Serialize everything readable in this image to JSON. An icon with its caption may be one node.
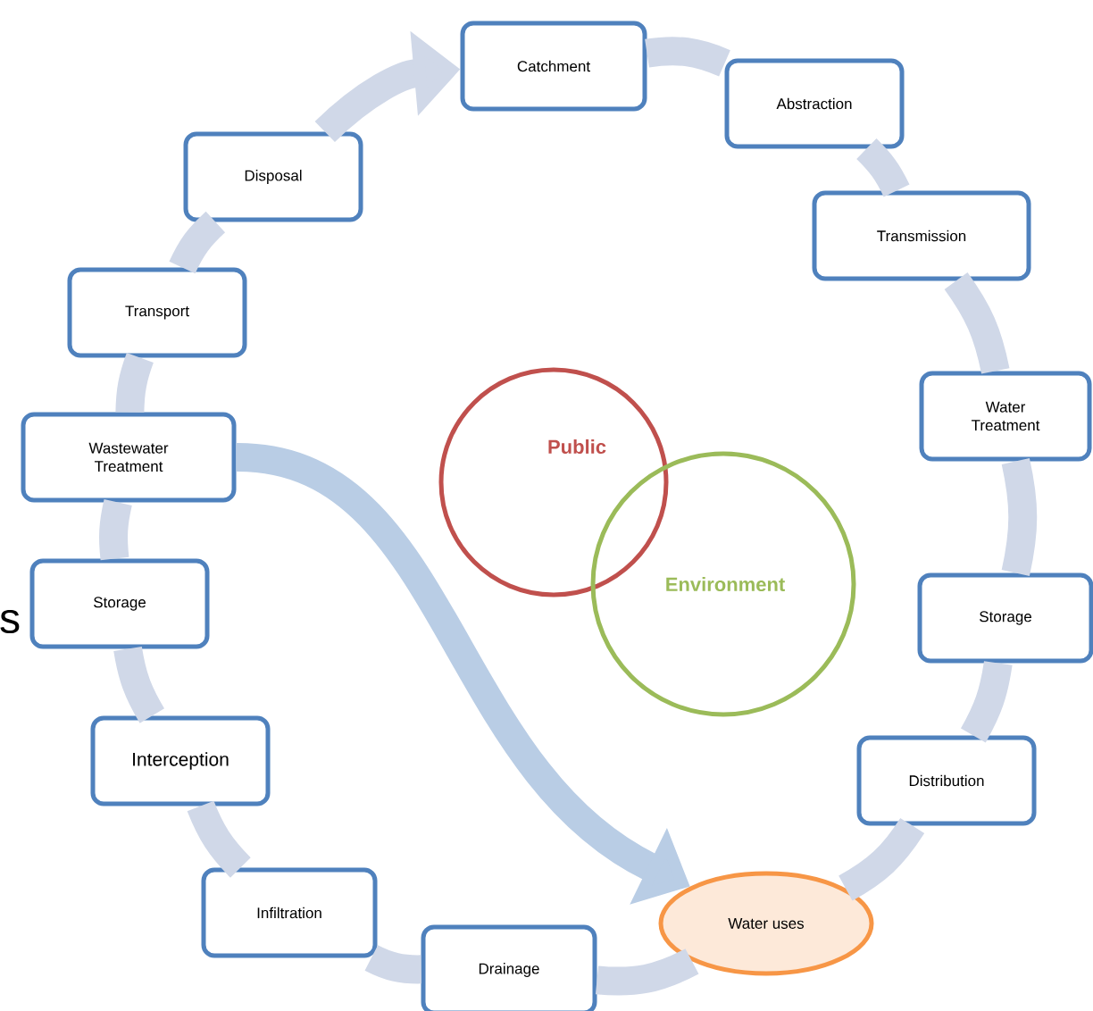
{
  "diagram": {
    "nodes": [
      {
        "text": [
          "Catchment"
        ]
      },
      {
        "text": [
          "Abstraction"
        ]
      },
      {
        "text": [
          "Transmission"
        ]
      },
      {
        "text": [
          "Water Treatment"
        ]
      },
      {
        "text": [
          "Storage"
        ]
      },
      {
        "text": [
          "Distribution"
        ]
      },
      {
        "text": [
          "Water uses"
        ]
      },
      {
        "text": [
          "Drainage"
        ]
      },
      {
        "text": [
          "Infiltration"
        ]
      },
      {
        "text": [
          "Interception"
        ]
      },
      {
        "text": [
          "Storage"
        ]
      },
      {
        "text": [
          "Wastewater Treatment"
        ]
      },
      {
        "text": [
          "Transport"
        ]
      },
      {
        "text": [
          "Disposal"
        ]
      },
      {
        "text": [
          "Public"
        ]
      },
      {
        "text": [
          "Environment"
        ]
      }
    ],
    "edges": [
      {
        "from": 0,
        "to": 1,
        "arrow": "none"
      },
      {
        "from": 1,
        "to": 2,
        "arrow": "none"
      },
      {
        "from": 2,
        "to": 3,
        "arrow": "none"
      },
      {
        "from": 3,
        "to": 4,
        "arrow": "none"
      },
      {
        "from": 4,
        "to": 5,
        "arrow": "none"
      },
      {
        "from": 5,
        "to": 6,
        "arrow": "none"
      },
      {
        "from": 6,
        "to": 7,
        "arrow": "none"
      },
      {
        "from": 7,
        "to": 8,
        "arrow": "none"
      },
      {
        "from": 8,
        "to": 9,
        "arrow": "none"
      },
      {
        "from": 9,
        "to": 10,
        "arrow": "none"
      },
      {
        "from": 10,
        "to": 11,
        "arrow": "none"
      },
      {
        "from": 11,
        "to": 12,
        "arrow": "none"
      },
      {
        "from": 12,
        "to": 13,
        "arrow": "none"
      },
      {
        "from": 13,
        "to": 0,
        "arrow": "to"
      },
      {
        "from": 11,
        "to": 6,
        "arrow": "to",
        "color": "#b9cde5"
      }
    ],
    "labels": [
      "s"
    ]
  }
}
